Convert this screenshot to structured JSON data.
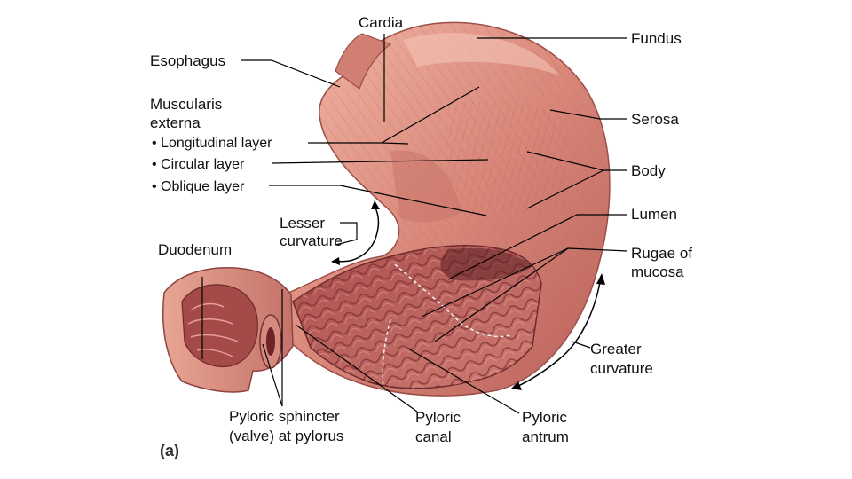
{
  "figure": {
    "panel_label": "(a)",
    "colors": {
      "muscle": "#d9887a",
      "muscle_dark": "#b9605a",
      "muscle_light": "#f0b3a2",
      "mucosa": "#c76f68",
      "mucosa_dark": "#8d3b3c",
      "leader_line": "#000000"
    }
  },
  "labels": {
    "cardia": "Cardia",
    "fundus": "Fundus",
    "esophagus": "Esophagus",
    "muscularis_line1": "Muscularis",
    "muscularis_line2": "externa",
    "longitudinal": "• Longitudinal layer",
    "circular": "• Circular layer",
    "oblique": "• Oblique layer",
    "serosa": "Serosa",
    "body": "Body",
    "lumen": "Lumen",
    "lesser_line1": "Lesser",
    "lesser_line2": "curvature",
    "duodenum": "Duodenum",
    "rugae_line1": "Rugae of",
    "rugae_line2": "mucosa",
    "greater_line1": "Greater",
    "greater_line2": "curvature",
    "pyloric_sphincter_line1": "Pyloric sphincter",
    "pyloric_sphincter_line2": "(valve) at pylorus",
    "pyloric_canal_line1": "Pyloric",
    "pyloric_canal_line2": "canal",
    "pyloric_antrum_line1": "Pyloric",
    "pyloric_antrum_line2": "antrum"
  }
}
